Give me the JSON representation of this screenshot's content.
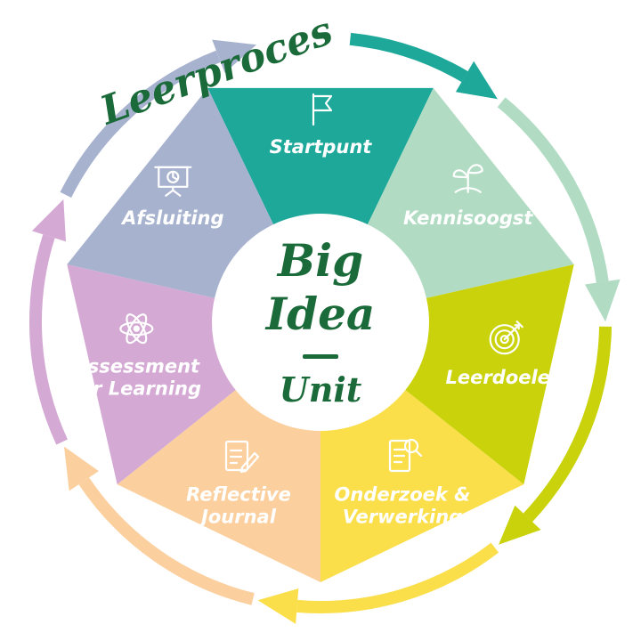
{
  "title": "Leerproces",
  "center": {
    "line1": "Big",
    "line2": "Idea",
    "line3": "Unit"
  },
  "segments": [
    {
      "lines": [
        "Startpunt"
      ],
      "color": "#1da89a",
      "icon": "flag-icon"
    },
    {
      "lines": [
        "Kennisoogst"
      ],
      "color": "#b1dcc3",
      "icon": "plant-icon"
    },
    {
      "lines": [
        "Leerdoelen"
      ],
      "color": "#c9d20a",
      "icon": "target-icon"
    },
    {
      "lines": [
        "Onderzoek &",
        "Verwerking"
      ],
      "color": "#fadf4a",
      "icon": "document-search-icon"
    },
    {
      "lines": [
        "Reflective",
        "Journal"
      ],
      "color": "#fbcf9e",
      "icon": "journal-icon"
    },
    {
      "lines": [
        "Assessment",
        "for Learning"
      ],
      "color": "#d4a9d4",
      "icon": "atom-icon"
    },
    {
      "lines": [
        "Afsluiting"
      ],
      "color": "#a7b2cf",
      "icon": "presentation-icon"
    }
  ],
  "colors": {
    "title": "#1b6b3a",
    "center_bg": "#ffffff"
  }
}
